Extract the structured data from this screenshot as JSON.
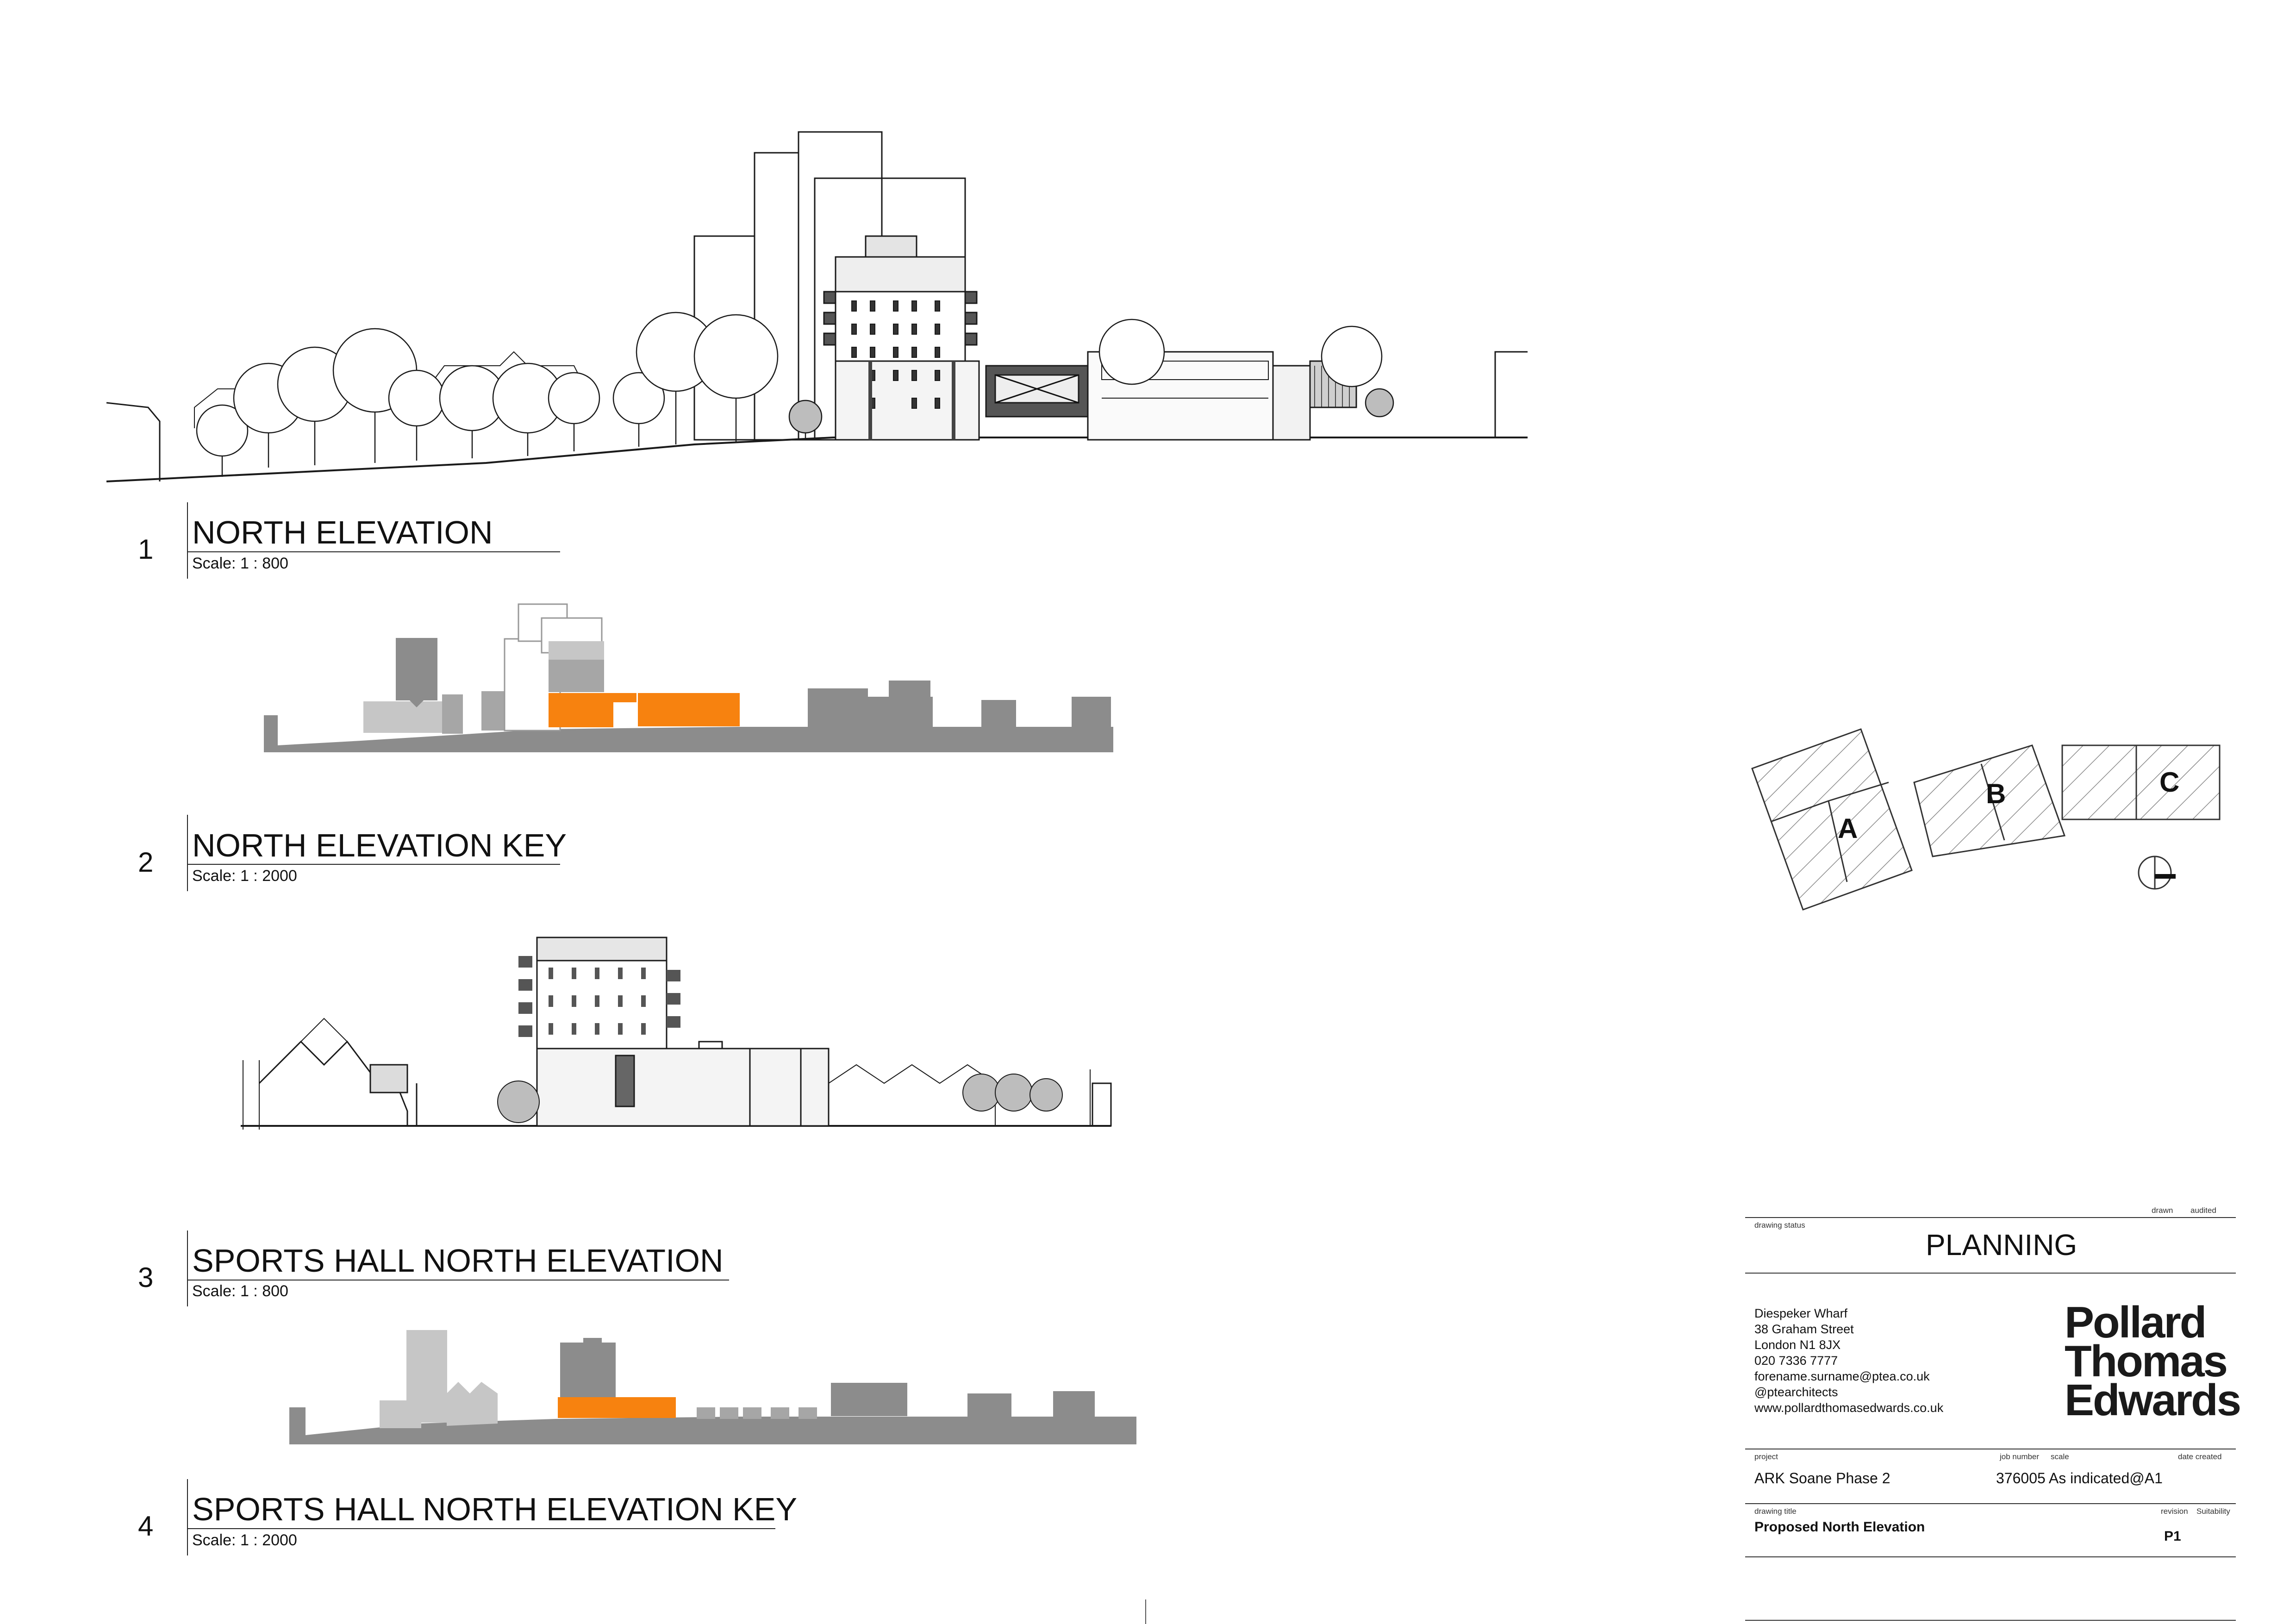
{
  "views": [
    {
      "number": "1",
      "title": "NORTH ELEVATION",
      "scale": "Scale: 1 : 800"
    },
    {
      "number": "2",
      "title": "NORTH ELEVATION KEY",
      "scale": "Scale:  1 : 2000"
    },
    {
      "number": "3",
      "title": "SPORTS HALL NORTH ELEVATION",
      "scale": "Scale: 1 : 800"
    },
    {
      "number": "4",
      "title": "SPORTS HALL NORTH ELEVATION KEY",
      "scale": "Scale:  1 : 2000"
    }
  ],
  "key_plan": {
    "labels": [
      "A",
      "B",
      "C"
    ]
  },
  "title_block": {
    "drawn_label": "drawn",
    "audited_label": "audited",
    "drawing_status_label": "drawing status",
    "drawing_status": "PLANNING",
    "address": [
      "Diespeker Wharf",
      "38 Graham Street",
      "London N1 8JX",
      "020 7336 7777",
      "forename.surname@ptea.co.uk",
      "@ptearchitects",
      "www.pollardthomasedwards.co.uk"
    ],
    "logo": [
      "Pollard",
      "Thomas",
      "Edwards"
    ],
    "project_label": "project",
    "job_number_label": "job number",
    "scale_label": "scale",
    "date_created_label": "date created",
    "project": "ARK Soane Phase 2",
    "job_number_and_scale": "376005 As indicated@A1",
    "drawing_title_label": "drawing title",
    "revision_label": "revision",
    "suitability_label": "Suitability",
    "drawing_title": "Proposed North Elevation",
    "revision": "P1"
  },
  "colors": {
    "highlight": "#f7820f",
    "massing_dark": "#8c8c8c",
    "massing_mid": "#a6a6a6",
    "massing_light": "#c6c6c6",
    "line": "#1a1a1a"
  }
}
